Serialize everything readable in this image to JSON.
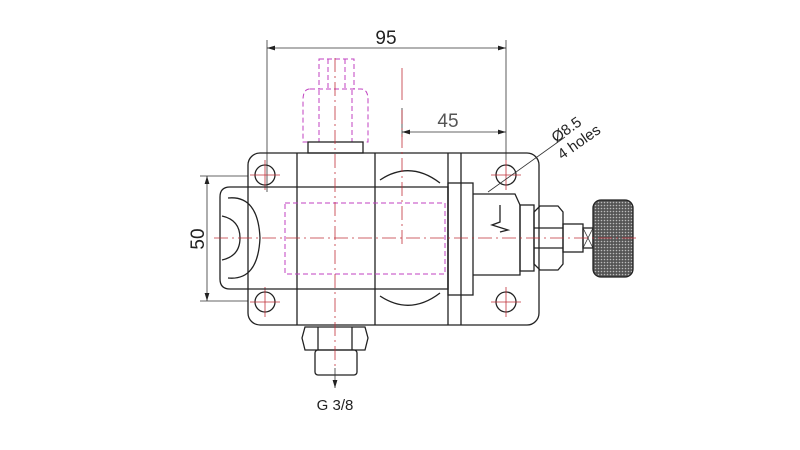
{
  "drawing": {
    "dimensions": {
      "width_overall": "95",
      "hole_offset": "45",
      "height": "50"
    },
    "hole_callout": {
      "diameter": "Ø8.5",
      "count": "4 holes"
    },
    "port_thread": "G 3/8",
    "colors": {
      "outline": "#222222",
      "centerline": "#c0303a",
      "hidden_parts": "#c040c0"
    }
  }
}
